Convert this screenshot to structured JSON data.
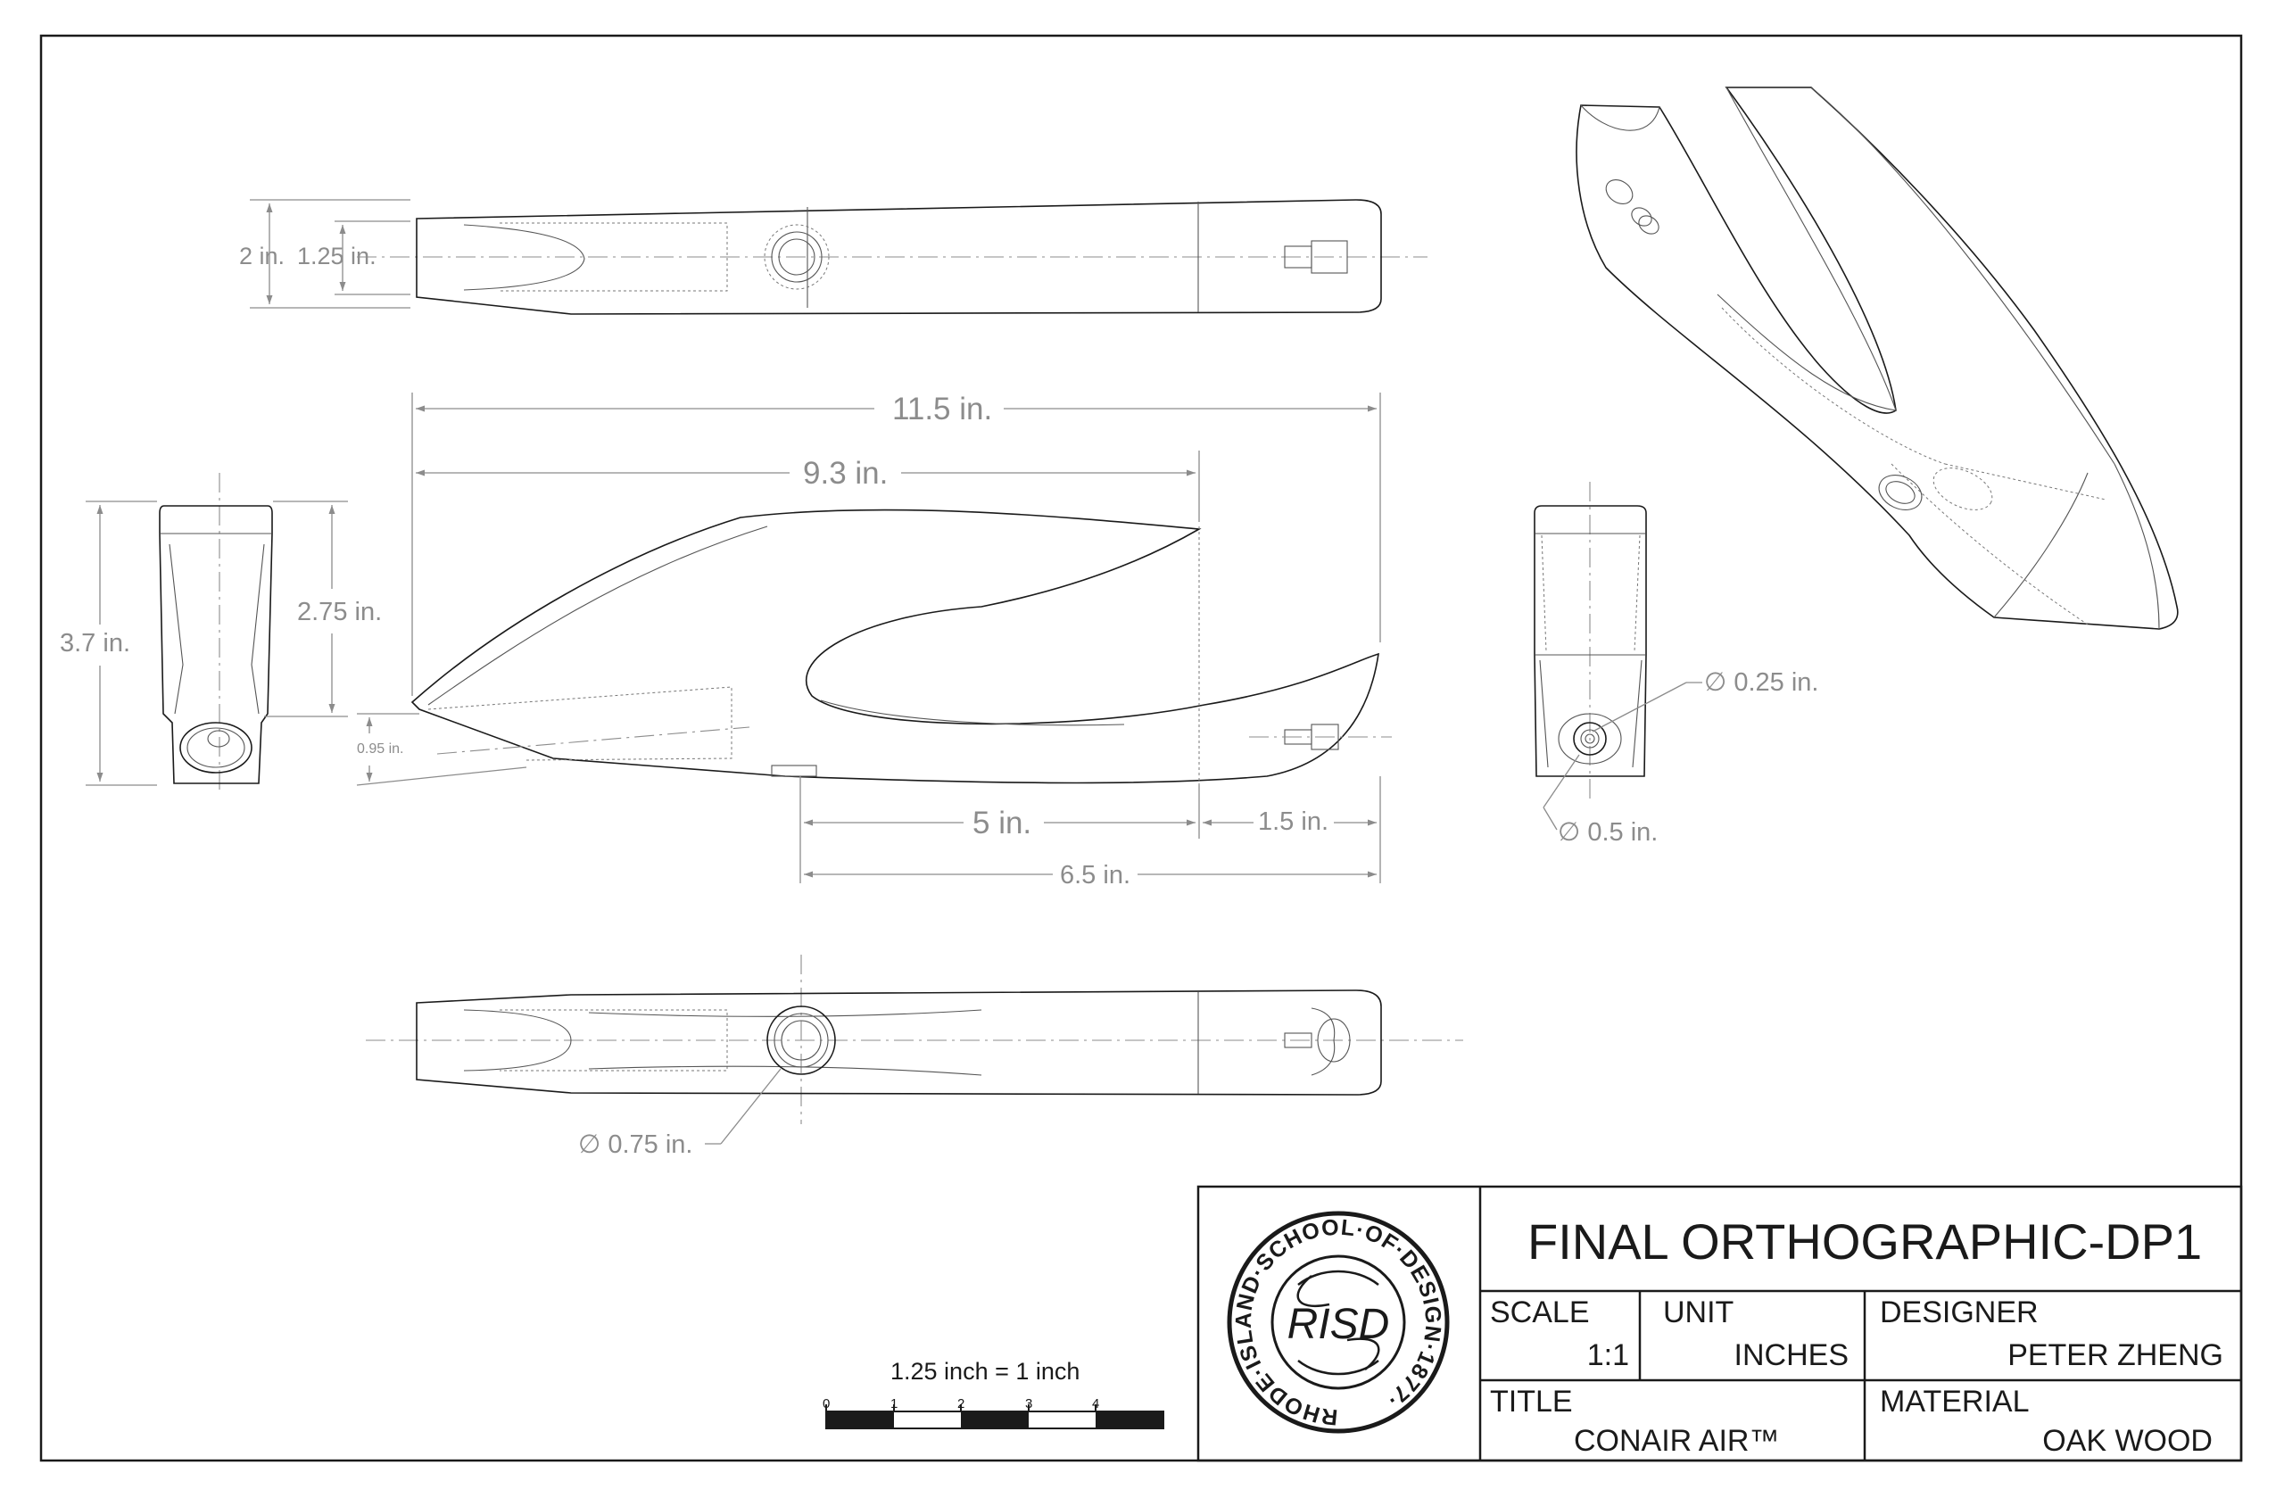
{
  "dimensions": {
    "top_2in": "2 in.",
    "top_125in": "1.25 in.",
    "d_115": "11.5 in.",
    "d_93": "9.3 in.",
    "d_375": "3.7 in.",
    "d_275": "2.75 in.",
    "d_095": "0.95 in.",
    "d_5": "5 in.",
    "d_15": "1.5 in.",
    "d_65": "6.5 in.",
    "dia_025": "∅ 0.25 in.",
    "dia_05": "∅ 0.5 in.",
    "dia_075": "∅ 0.75 in."
  },
  "scale_bar": {
    "label": "1.25 inch = 1 inch",
    "ticks": [
      "0",
      "1",
      "2",
      "3",
      "4"
    ]
  },
  "logo": {
    "ring_text": "RHODE·ISLAND·SCHOOL·OF·DESIGN·1877·",
    "monogram": "RISD"
  },
  "title_block": {
    "drawing_title": "FINAL ORTHOGRAPHIC-DP1",
    "scale_label": "SCALE",
    "scale_value": "1:1",
    "unit_label": "UNIT",
    "unit_value": "INCHES",
    "designer_label": "DESIGNER",
    "designer_value": "PETER ZHENG",
    "title_label": "TITLE",
    "title_value": "CONAIR AIR™",
    "material_label": "MATERIAL",
    "material_value": "OAK WOOD"
  }
}
